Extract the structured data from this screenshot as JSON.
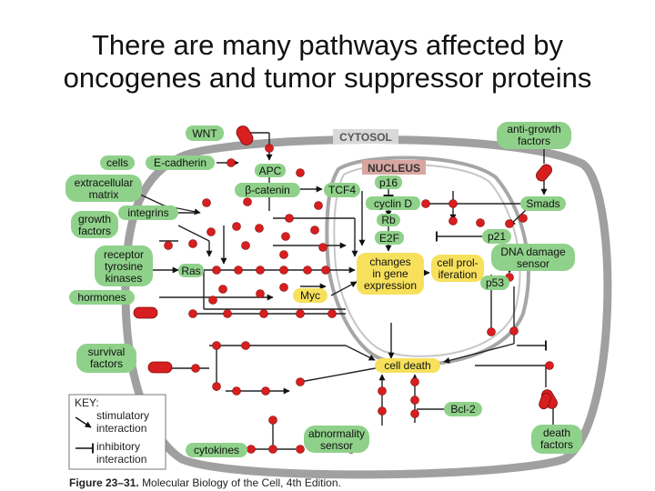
{
  "slide": {
    "title_line1": "There are many pathways affected by",
    "title_line2": "oncogenes and tumor suppressor proteins"
  },
  "compartments": {
    "cytosol": "CYTOSOL",
    "nucleus": "NUCLEUS"
  },
  "nodes": {
    "wnt": "WNT",
    "anti_growth_1": "anti-growth",
    "anti_growth_2": "factors",
    "cells": "cells",
    "e_cadherin": "E-cadherin",
    "apc": "APC",
    "beta_catenin": "β-catenin",
    "tcf4": "TCF4",
    "p16": "p16",
    "cyclin_d": "cyclin D",
    "rb": "Rb",
    "e2f": "E2F",
    "p21": "p21",
    "smads": "Smads",
    "extracellular_1": "extracellular",
    "extracellular_2": "matrix",
    "integrins": "integrins",
    "growth_1": "growth",
    "growth_2": "factors",
    "receptor_1": "receptor",
    "receptor_2": "tyrosine",
    "receptor_3": "kinases",
    "ras": "Ras",
    "hormones": "hormones",
    "myc": "Myc",
    "changes_1": "changes",
    "changes_2": "in gene",
    "changes_3": "expression",
    "prolif_1": "cell prol-",
    "prolif_2": "iferation",
    "dna_1": "DNA damage",
    "dna_2": "sensor",
    "p53": "p53",
    "survival_1": "survival",
    "survival_2": "factors",
    "cell_death": "cell death",
    "bcl2": "Bcl-2",
    "abnormality_1": "abnormality",
    "abnormality_2": "sensor",
    "death_1": "death",
    "death_2": "factors",
    "cytokines": "cytokines"
  },
  "key": {
    "title": "KEY:",
    "stim_1": "stimulatory",
    "stim_2": "interaction",
    "inhib_1": "inhibitory",
    "inhib_2": "interaction"
  },
  "caption": {
    "figure": "Figure 23–31.",
    "source": "Molecular Biology of the Cell, 4th Edition."
  },
  "colors": {
    "node_green": "#8fd18a",
    "node_yellow": "#f7e15c",
    "nucleus_label": "#d8a6a0",
    "cytosol_label": "#d9d9d9",
    "membrane": "#9a9a9a",
    "red_dot": "#d81e1e"
  }
}
